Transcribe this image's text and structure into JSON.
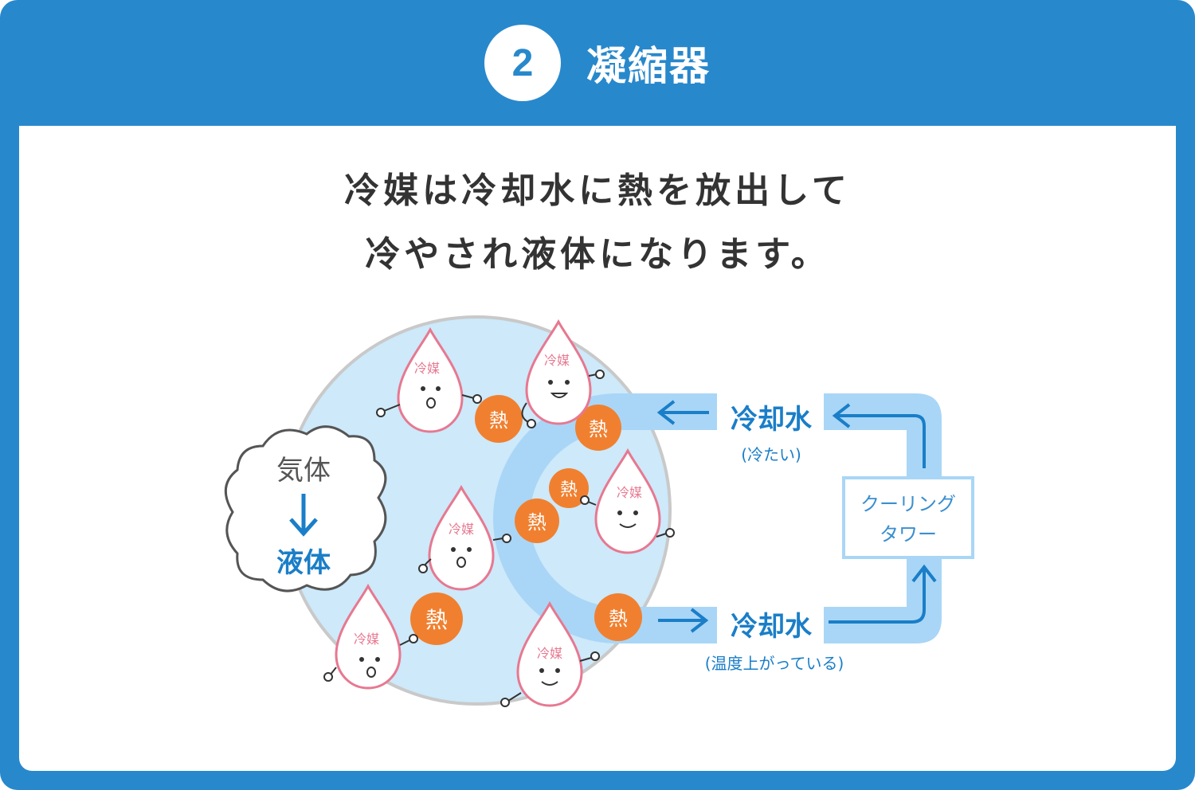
{
  "header": {
    "step_number": "2",
    "title": "凝縮器"
  },
  "description": {
    "line1": "冷媒は冷却水に熱を放出して",
    "line2": "冷やされ液体になります。"
  },
  "diagram": {
    "cloud": {
      "top": "気体",
      "bottom": "液体"
    },
    "refrigerant_label": "冷媒",
    "heat_label": "熱",
    "cooling_water_top": {
      "label": "冷却水",
      "note": "(冷たい)"
    },
    "cooling_water_bottom": {
      "label": "冷却水",
      "note": "(温度上がっている)"
    },
    "tower": {
      "line1": "クーリング",
      "line2": "タワー"
    },
    "colors": {
      "brand_blue": "#2888cc",
      "circle_fill": "#cde9fa",
      "pipe_fill": "#a9d6f6",
      "heat_orange": "#f08030",
      "drop_outline": "#e77890",
      "arrow_blue": "#1a7ec8"
    }
  }
}
